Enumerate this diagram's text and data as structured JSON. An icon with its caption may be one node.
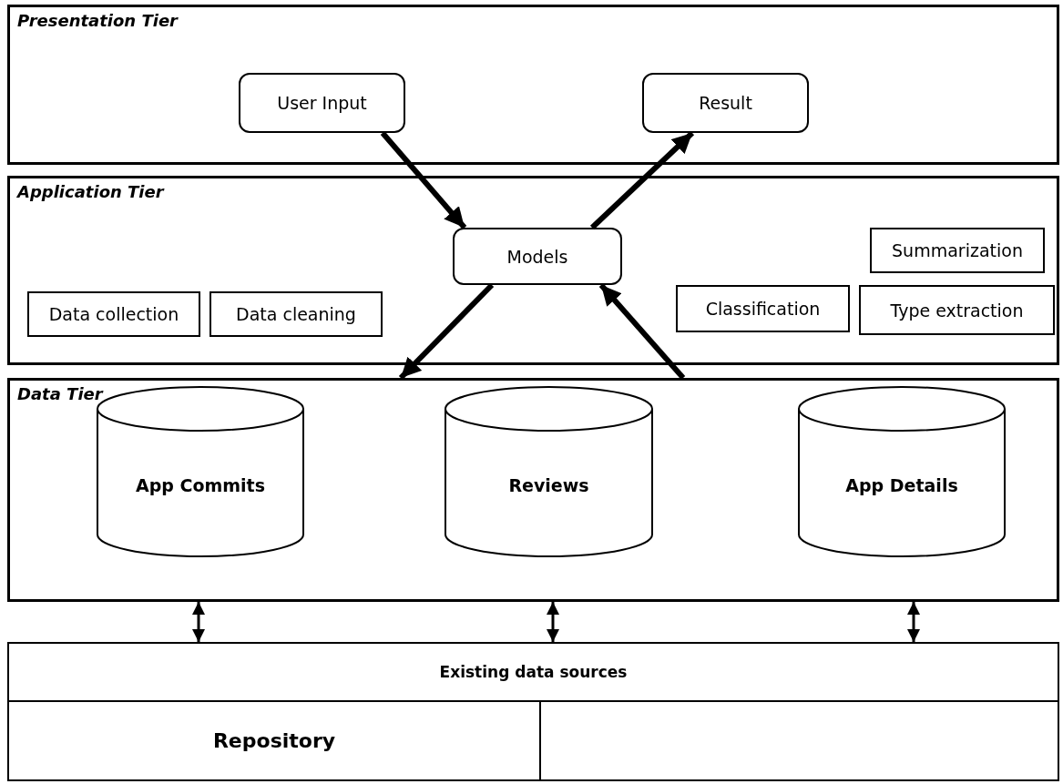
{
  "diagram": {
    "nodes": [
      {
        "text": [
          "Presentation Tier"
        ]
      },
      {
        "text": [
          "User Input"
        ],
        "in": 0
      },
      {
        "text": [
          "Result"
        ],
        "in": 0
      },
      {
        "text": [
          "Application Tier"
        ]
      },
      {
        "text": [
          "Models"
        ],
        "in": 3
      },
      {
        "text": [
          "Data collection"
        ],
        "in": 3
      },
      {
        "text": [
          "Data cleaning"
        ],
        "in": 3
      },
      {
        "text": [
          "Summarization"
        ],
        "in": 3
      },
      {
        "text": [
          "Classification"
        ],
        "in": 3
      },
      {
        "text": [
          "Type extraction"
        ],
        "in": 3
      },
      {
        "text": [
          "Data Tier"
        ]
      },
      {
        "text": [
          "App Commits"
        ],
        "in": 10
      },
      {
        "text": [
          "Reviews"
        ],
        "in": 10
      },
      {
        "text": [
          "App Details"
        ],
        "in": 10
      },
      {
        "text": [
          "Existing data sources"
        ]
      },
      {
        "text": [
          "Repository"
        ]
      },
      {
        "text": [],
        "shape": "box"
      }
    ],
    "edges": [
      {
        "from": 1,
        "to": 4,
        "arrow": "to"
      },
      {
        "from": 4,
        "to": 2,
        "arrow": "to"
      },
      {
        "from": 4,
        "to": 10,
        "arrow": "to"
      },
      {
        "from": 10,
        "to": 4,
        "arrow": "to"
      },
      {
        "from": 10,
        "to": 14,
        "arrow": "both"
      },
      {
        "from": 10,
        "to": 14,
        "arrow": "both"
      },
      {
        "from": 10,
        "to": 14,
        "arrow": "both"
      }
    ]
  }
}
